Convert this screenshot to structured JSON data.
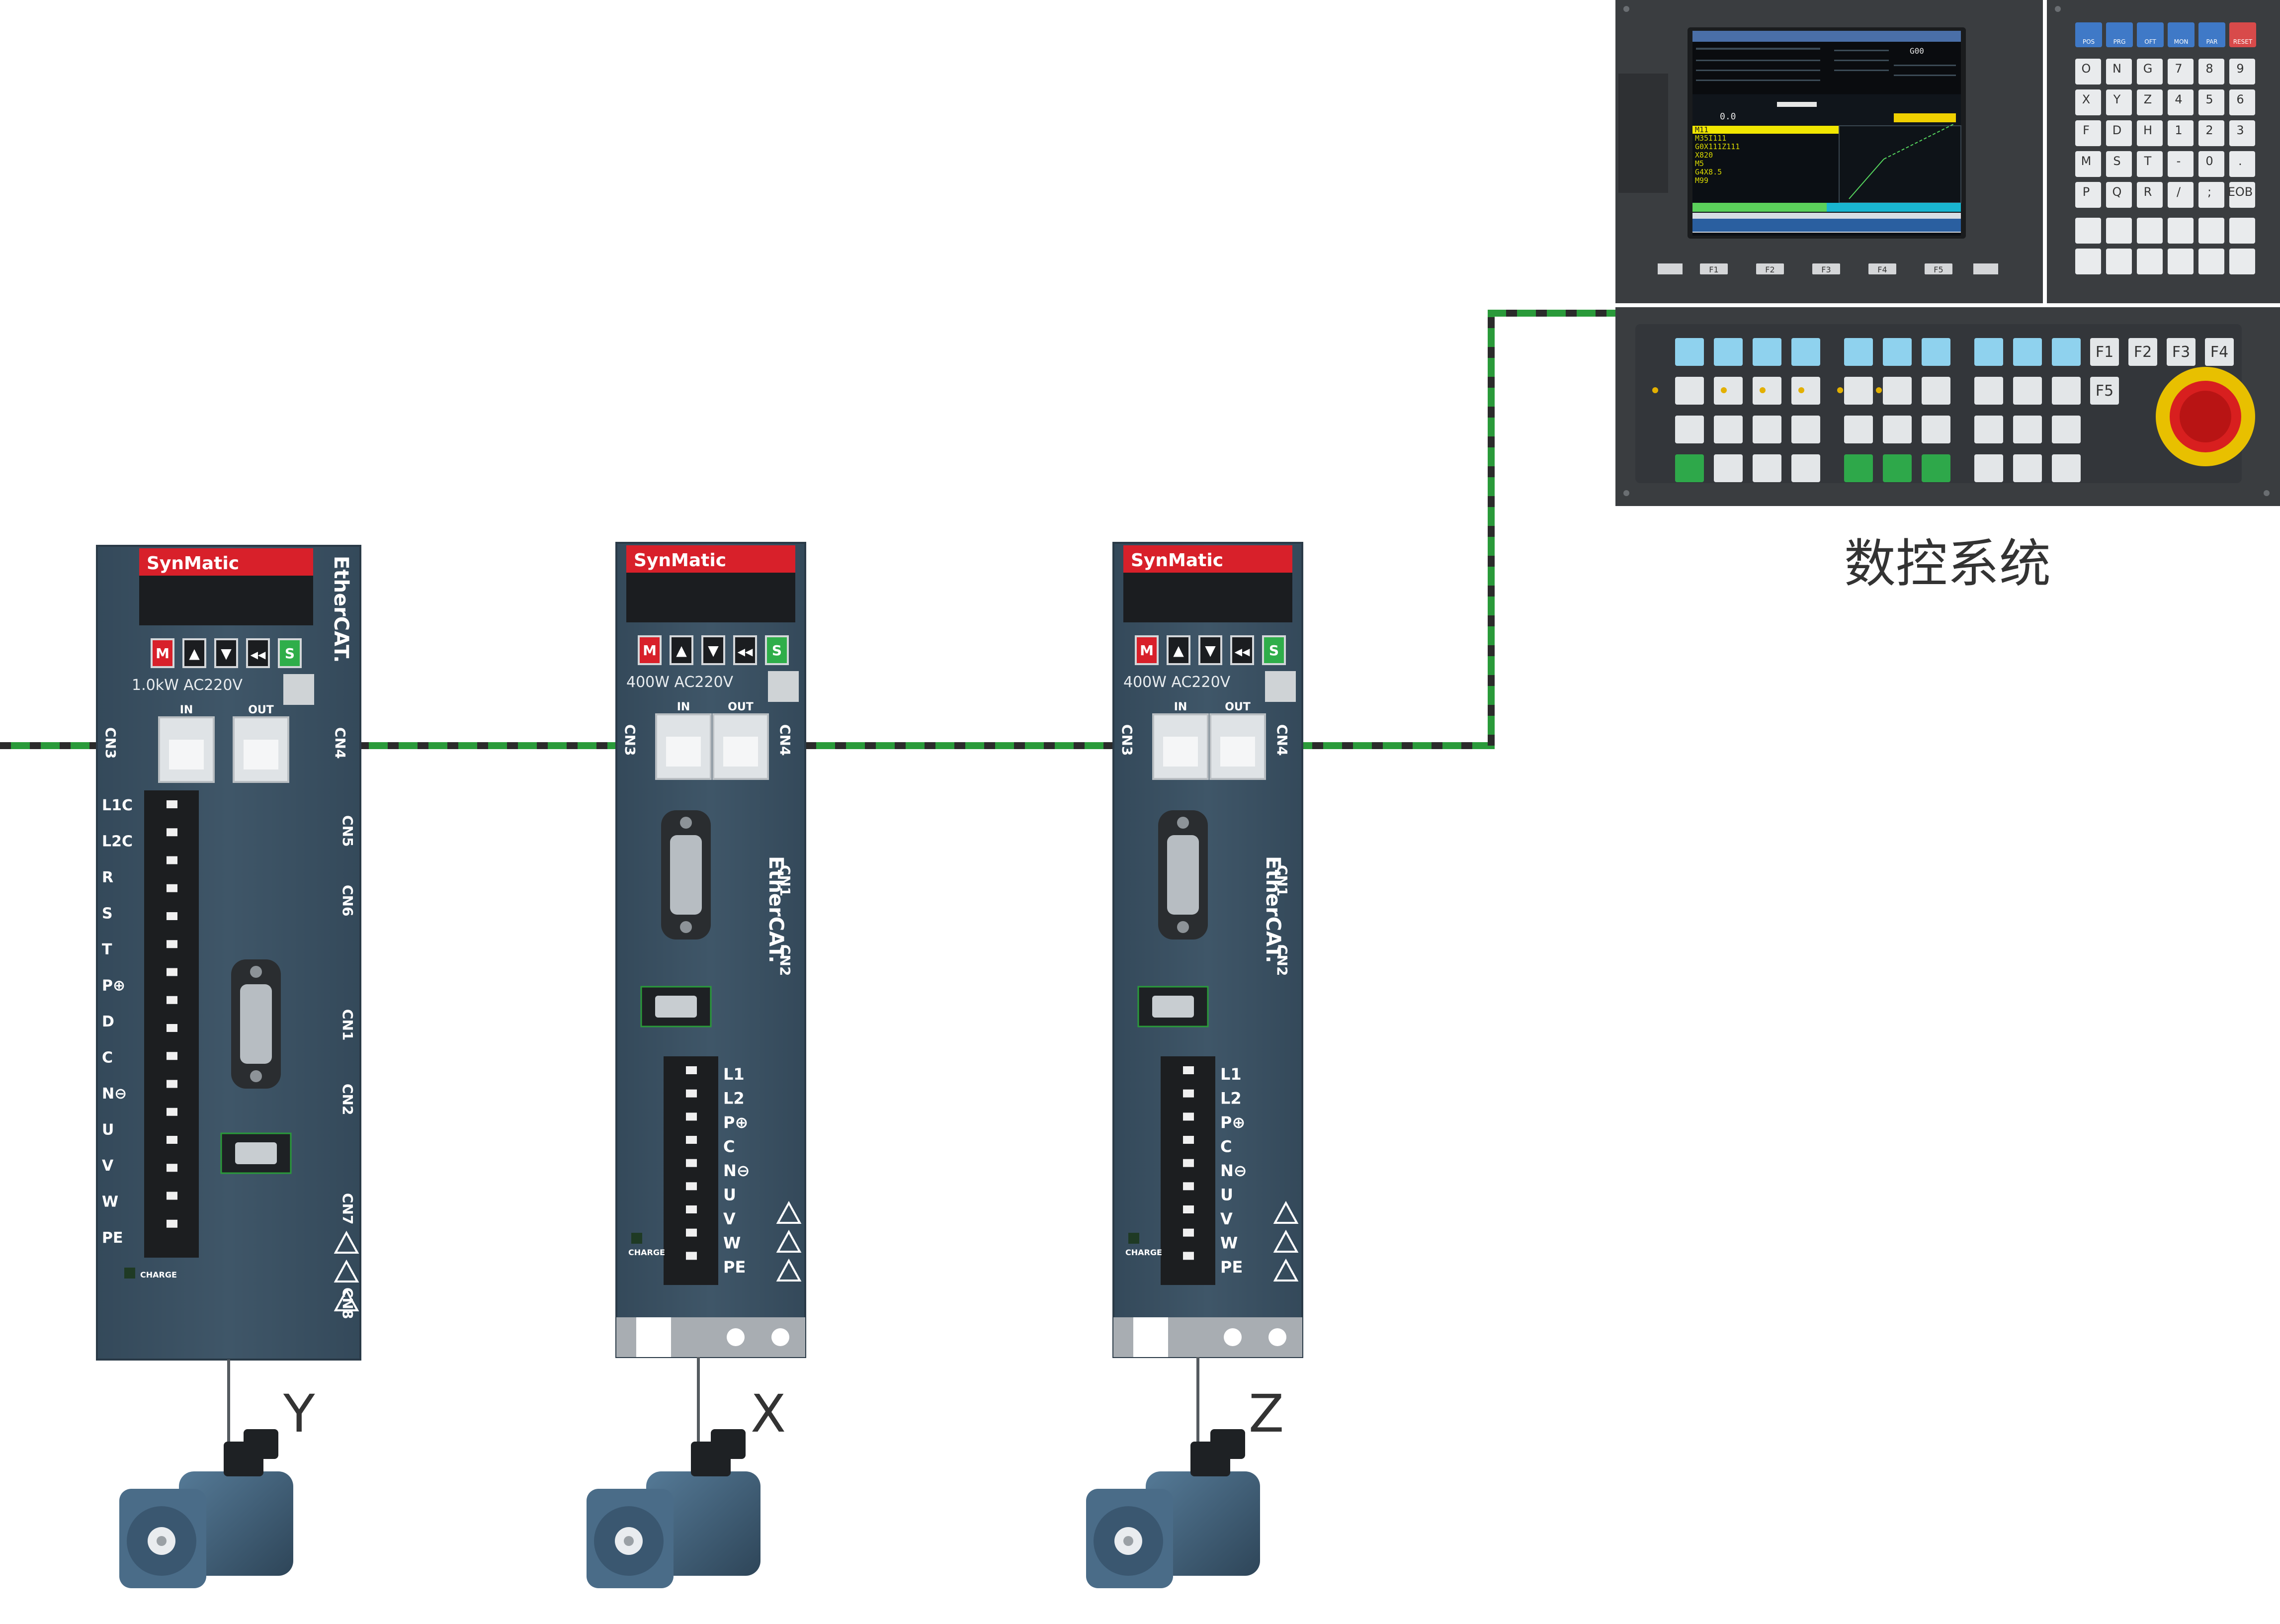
{
  "cnc": {
    "caption": "数控系统",
    "screen": {
      "title_text": "G00",
      "program_lines": [
        "M11",
        "M35I111",
        "G0X111Z111",
        "X820",
        "M5",
        "G4X8.5",
        "M99"
      ],
      "feed_readout": "0.0"
    },
    "function_keys": [
      "F1",
      "F2",
      "F3",
      "F4",
      "F5"
    ],
    "panel_f_keys": [
      "F1",
      "F2",
      "F3",
      "F4",
      "F5"
    ],
    "top_keys": [
      "POS",
      "PRG",
      "OFT",
      "MON",
      "PAR",
      "RESET"
    ],
    "keypad": [
      "O",
      "N",
      "G",
      "7",
      "8",
      "9",
      "X",
      "Y",
      "Z",
      "4",
      "5",
      "6",
      "F",
      "D",
      "H",
      "1",
      "2",
      "3",
      "M",
      "S",
      "T",
      "-",
      "0",
      ".",
      "P",
      "Q",
      "R",
      "/",
      ";",
      "EOB"
    ]
  },
  "drives": [
    {
      "brand": "SynMatic",
      "rating": "1.0kW  AC220V",
      "port_in": "IN",
      "port_out": "OUT",
      "port_left": "CN3",
      "port_right": "CN4",
      "connectors": [
        "CN5",
        "CN6",
        "CN1",
        "CN2",
        "CN7",
        "CN8"
      ],
      "terminals": [
        "L1C",
        "L2C",
        "R",
        "S",
        "T",
        "P⊕",
        "D",
        "C",
        "N⊖",
        "U",
        "V",
        "W",
        "PE"
      ],
      "charge_label": "CHARGE",
      "fieldbus_logo": "EtherCAT.",
      "axis": "Y",
      "buttons": [
        "M",
        "▲",
        "▼",
        "◀◀",
        "S"
      ]
    },
    {
      "brand": "SynMatic",
      "rating": "400W   AC220V",
      "port_in": "IN",
      "port_out": "OUT",
      "port_left": "CN3",
      "port_right": "CN4",
      "connectors": [
        "CN1",
        "CN2"
      ],
      "terminals": [
        "L1",
        "L2",
        "P⊕",
        "C",
        "N⊖",
        "U",
        "V",
        "W",
        "PE"
      ],
      "charge_label": "CHARGE",
      "fieldbus_logo": "EtherCAT.",
      "axis": "X",
      "buttons": [
        "M",
        "▲",
        "▼",
        "◀◀",
        "S"
      ]
    },
    {
      "brand": "SynMatic",
      "rating": "400W   AC220V",
      "port_in": "IN",
      "port_out": "OUT",
      "port_left": "CN3",
      "port_right": "CN4",
      "connectors": [
        "CN1",
        "CN2"
      ],
      "terminals": [
        "L1",
        "L2",
        "P⊕",
        "C",
        "N⊖",
        "U",
        "V",
        "W",
        "PE"
      ],
      "charge_label": "CHARGE",
      "fieldbus_logo": "EtherCAT.",
      "axis": "Z",
      "buttons": [
        "M",
        "▲",
        "▼",
        "◀◀",
        "S"
      ]
    }
  ],
  "colors": {
    "drive_body": "#3d5567",
    "cable_green": "#2a9a3a",
    "cable_dark": "#2b2b2b",
    "brand_red": "#d8202a",
    "motor_body": "#3f5e78",
    "cnc_body": "#3a3d40"
  }
}
